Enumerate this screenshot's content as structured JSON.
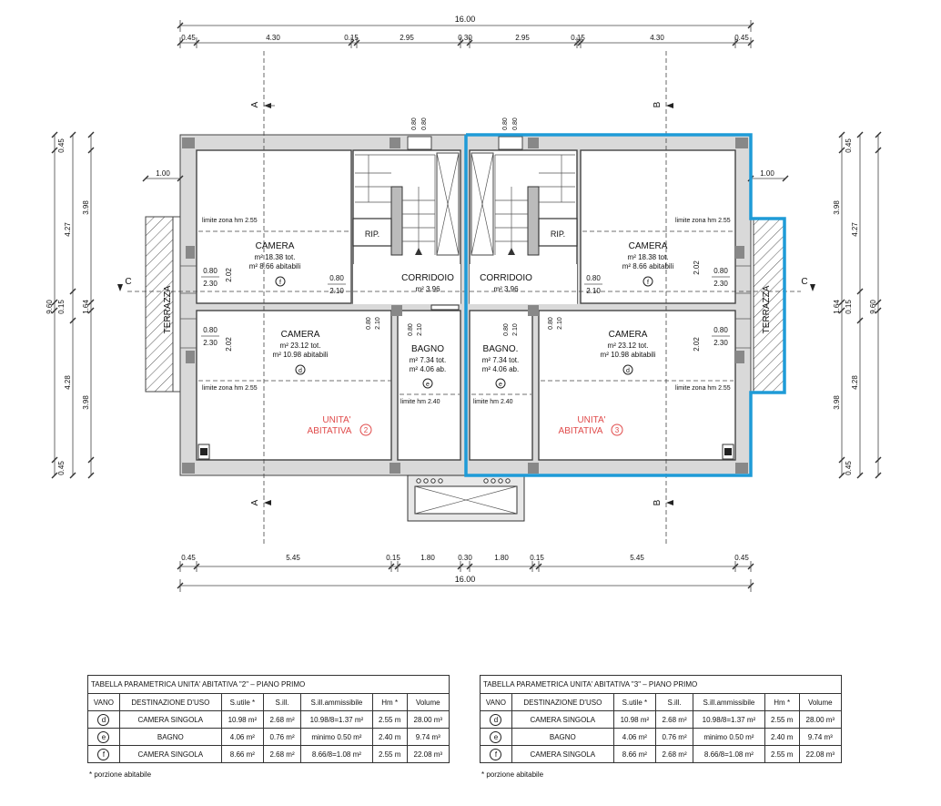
{
  "dimensions": {
    "top_total": "16.00",
    "top_segments": [
      "0.45",
      "4.30",
      "0.15",
      "2.95",
      "0.30",
      "2.95",
      "0.15",
      "4.30",
      "0.45"
    ],
    "bottom_total": "16.00",
    "bottom_segments": [
      "0.45",
      "5.45",
      "0.15",
      "1.80",
      "0.30",
      "1.80",
      "0.15",
      "5.45",
      "0.45"
    ],
    "left_outer": [
      "0.45",
      "3.98",
      "0.15",
      "3.98",
      "0.45"
    ],
    "left_inner": [
      "4.27",
      "1.64",
      "4.28"
    ],
    "left_total": "9.60",
    "right_outer": [
      "0.45",
      "3.98",
      "0.15",
      "3.98",
      "0.45"
    ],
    "right_inner": [
      "4.27",
      "1.64",
      "4.28"
    ],
    "right_total": "9.60",
    "terrace_offset": "1.00",
    "shaft": "0.80"
  },
  "sections": {
    "a": "A",
    "b": "B",
    "c": "C"
  },
  "rooms": {
    "camera_name": "CAMERA",
    "camera_small_area": "m² 18.38 tot.",
    "camera_small_hab": "m² 8.66 abitabili",
    "camera_small_code": "f",
    "camera_large_area": "m² 23.12 tot.",
    "camera_large_hab": "m² 10.98 abitabili",
    "camera_large_code": "d",
    "corridor_name": "CORRIDOIO",
    "corridor_area": "m² 3.96",
    "bath_name_left": "BAGNO",
    "bath_name_right": "BAGNO.",
    "bath_area": "m² 7.34 tot.",
    "bath_hab": "m² 4.06 ab.",
    "bath_code": "e",
    "storage": "RIP.",
    "terrace": "TERRAZZA",
    "limit_255": "limite zona hm 2.55",
    "limit_255_short": "limite zona hm 2.55",
    "limit_240": "limite hm 2.40",
    "window_top": "0.80",
    "window_bottom": "2.30",
    "door_top": "0.80",
    "door_bottom": "2.10",
    "room_height": "2.02",
    "unit2_line1": "UNITA'",
    "unit2_line2": "ABITATIVA",
    "unit2_num": "2",
    "unit3_line1": "UNITA'",
    "unit3_line2": "ABITATIVA",
    "unit3_num": "3"
  },
  "tables": [
    {
      "title": "TABELLA PARAMETRICA UNITA' ABITATIVA \"2\" – PIANO PRIMO",
      "headers": [
        "VANO",
        "DESTINAZIONE D'USO",
        "S.utile *",
        "S.ill.",
        "S.ill.ammissibile",
        "Hm *",
        "Volume"
      ],
      "rows": [
        [
          "d",
          "CAMERA SINGOLA",
          "10.98 m²",
          "2.68 m²",
          "10.98/8=1.37 m²",
          "2.55 m",
          "28.00 m³"
        ],
        [
          "e",
          "BAGNO",
          "4.06 m²",
          "0.76 m²",
          "minimo 0.50 m²",
          "2.40 m",
          "9.74 m³"
        ],
        [
          "f",
          "CAMERA SINGOLA",
          "8.66 m²",
          "2.68 m²",
          "8.66/8=1.08 m²",
          "2.55 m",
          "22.08 m³"
        ]
      ],
      "footnote": "* porzione abitabile"
    },
    {
      "title": "TABELLA PARAMETRICA UNITA' ABITATIVA \"3\" – PIANO PRIMO",
      "headers": [
        "VANO",
        "DESTINAZIONE D'USO",
        "S.utile *",
        "S.ill.",
        "S.ill.ammissibile",
        "Hm *",
        "Volume"
      ],
      "rows": [
        [
          "d",
          "CAMERA SINGOLA",
          "10.98 m²",
          "2.68 m²",
          "10.98/8=1.37 m²",
          "2.55 m",
          "28.00 m³"
        ],
        [
          "e",
          "BAGNO",
          "4.06 m²",
          "0.76 m²",
          "minimo 0.50 m²",
          "2.40 m",
          "9.74 m³"
        ],
        [
          "f",
          "CAMERA SINGOLA",
          "8.66 m²",
          "2.68 m²",
          "8.66/8=1.08 m²",
          "2.55 m",
          "22.08 m³"
        ]
      ],
      "footnote": "* porzione abitabile"
    }
  ],
  "colors": {
    "highlight": "#1e9bd7",
    "unit_label": "#e04a4a"
  }
}
